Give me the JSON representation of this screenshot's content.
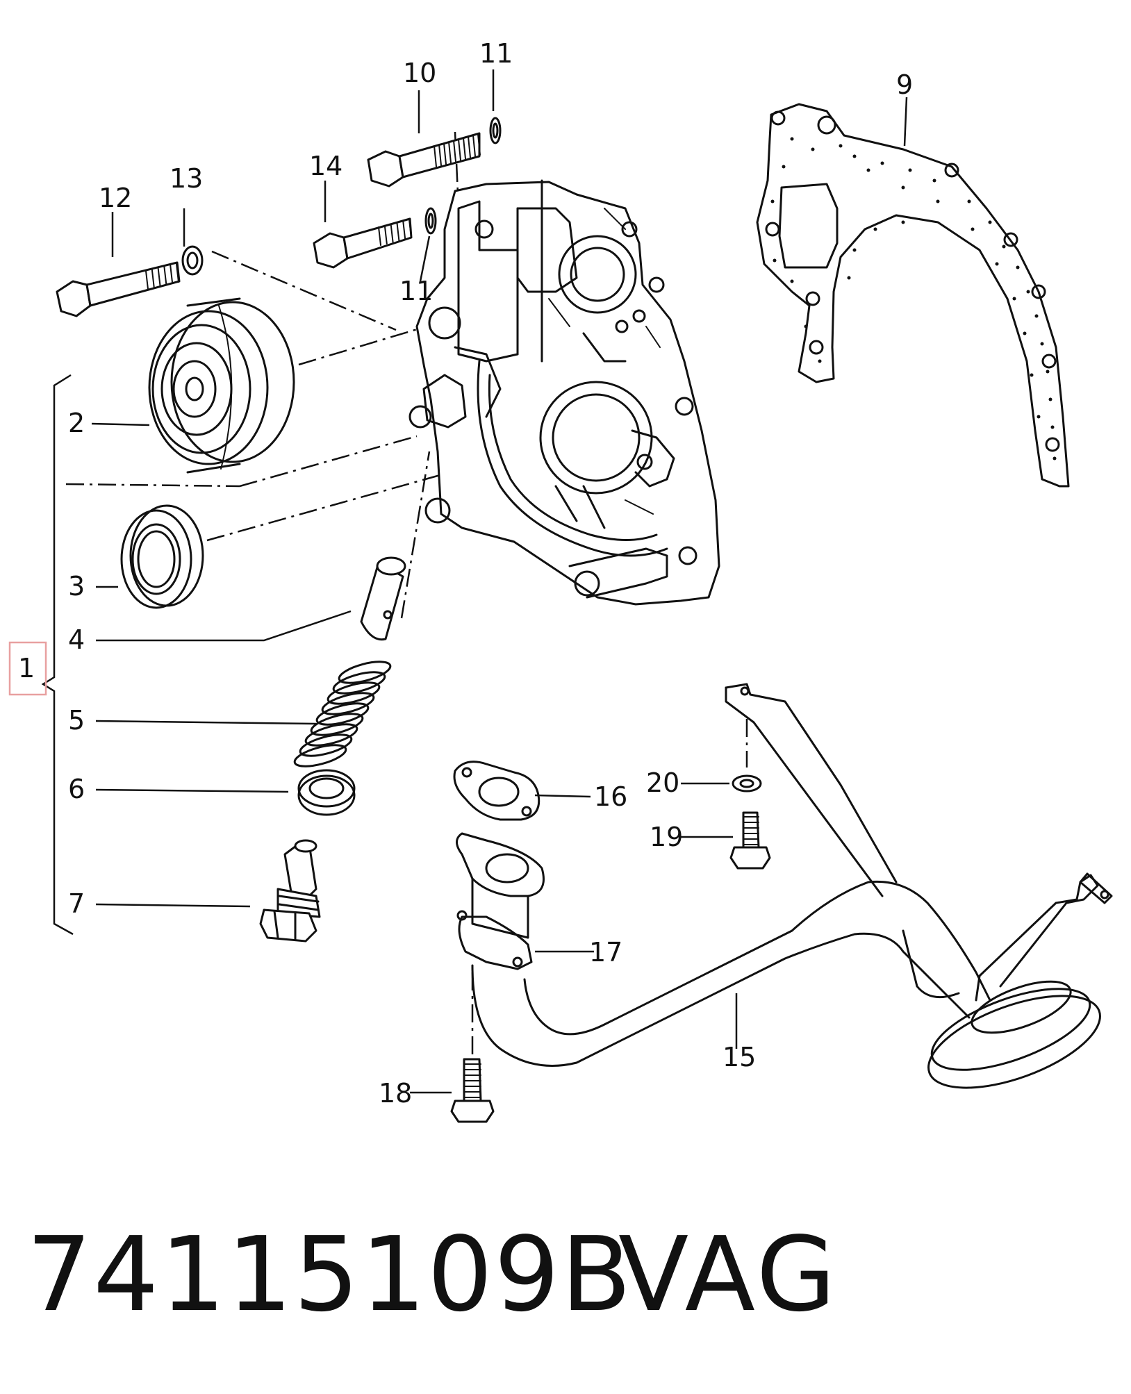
{
  "diagram": {
    "callouts": {
      "c1": "1",
      "c2": "2",
      "c3": "3",
      "c4": "4",
      "c5": "5",
      "c6": "6",
      "c7": "7",
      "c9": "9",
      "c10": "10",
      "c11a": "11",
      "c11b": "11",
      "c12": "12",
      "c13": "13",
      "c14": "14",
      "c15": "15",
      "c16": "16",
      "c17": "17",
      "c18": "18",
      "c19": "19",
      "c20": "20"
    },
    "highlight_color": "#e8a0a0"
  },
  "footer": {
    "part_number": "74115109B",
    "brand": "VAG"
  }
}
